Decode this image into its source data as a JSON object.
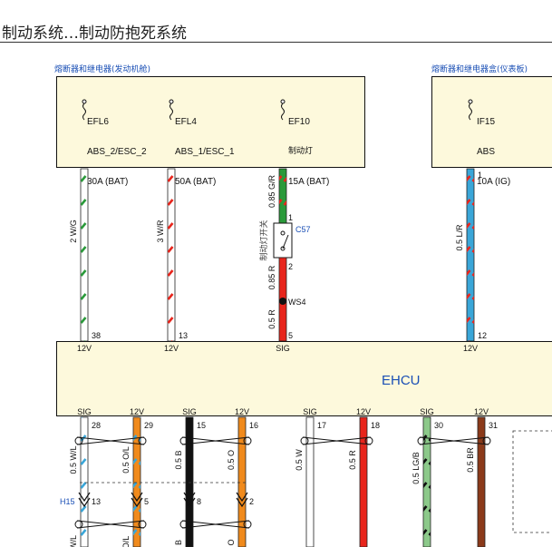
{
  "header": {
    "title": "制动系统…制动防抱死系统"
  },
  "engine_box": {
    "title": "熔断器和继电器(发动机舱)",
    "fuses": [
      {
        "name": "EFL6",
        "circuit": "ABS_2/ESC_2",
        "rating": "30A (BAT)"
      },
      {
        "name": "EFL4",
        "circuit": "ABS_1/ESC_1",
        "rating": "50A (BAT)"
      },
      {
        "name": "EF10",
        "circuit": "制动灯",
        "rating": "15A (BAT)"
      }
    ]
  },
  "panel_box": {
    "title": "熔断器和继电器盒(仪表板)",
    "fuses": [
      {
        "name": "IF15",
        "circuit": "ABS",
        "rating": "10A (IG)"
      }
    ]
  },
  "switch": {
    "label": "制动灯开关",
    "connector": "C57",
    "pin_in": "1",
    "pin_out": "2"
  },
  "splice": {
    "name": "WS4"
  },
  "ehcu": {
    "name": "EHCU"
  },
  "panel_pin": "1",
  "top_wires": [
    {
      "label": "2 W/G",
      "pin": "38",
      "pin_type": "12V"
    },
    {
      "label": "3 W/R",
      "pin": "13",
      "pin_type": "12V"
    },
    {
      "label": "0.85 G/R",
      "pin": "",
      "pin_type": ""
    },
    {
      "label": "0.85 R",
      "pin": "",
      "pin_type": ""
    },
    {
      "label": "0.5 R",
      "pin": "5",
      "pin_type": "SIG"
    },
    {
      "label": "0.5 L/R",
      "pin": "12",
      "pin_type": "12V"
    }
  ],
  "bottom_wires": [
    {
      "label": "0.5 W/L",
      "pin": "28",
      "pin_type": "SIG"
    },
    {
      "label": "0.5 O/L",
      "pin": "29",
      "pin_type": "12V"
    },
    {
      "label": "0.5 B",
      "pin": "15",
      "pin_type": "SIG"
    },
    {
      "label": "0.5 O",
      "pin": "16",
      "pin_type": "12V"
    },
    {
      "label": "0.5 W",
      "pin": "17",
      "pin_type": "SIG"
    },
    {
      "label": "0.5 R",
      "pin": "18",
      "pin_type": "12V"
    },
    {
      "label": "0.5 LG/B",
      "pin": "30",
      "pin_type": "SIG"
    },
    {
      "label": "0.5 BR",
      "pin": "31",
      "pin_type": "12V"
    }
  ],
  "h15": {
    "name": "H15",
    "pins": [
      "13",
      "5",
      "8",
      "2"
    ],
    "lower_labels": [
      "W/L",
      "O/L",
      "B",
      "O"
    ]
  },
  "colors": {
    "white": "#ffffff",
    "green": "#2a9a3a",
    "red": "#e8251c",
    "blue": "#3aa6d8",
    "orange": "#f08a1c",
    "black": "#111111",
    "lightgreen": "#8cc98a",
    "brown": "#8b3a1a",
    "box_fill": "#fdf9dc",
    "label_blue": "#1a4fb5"
  }
}
